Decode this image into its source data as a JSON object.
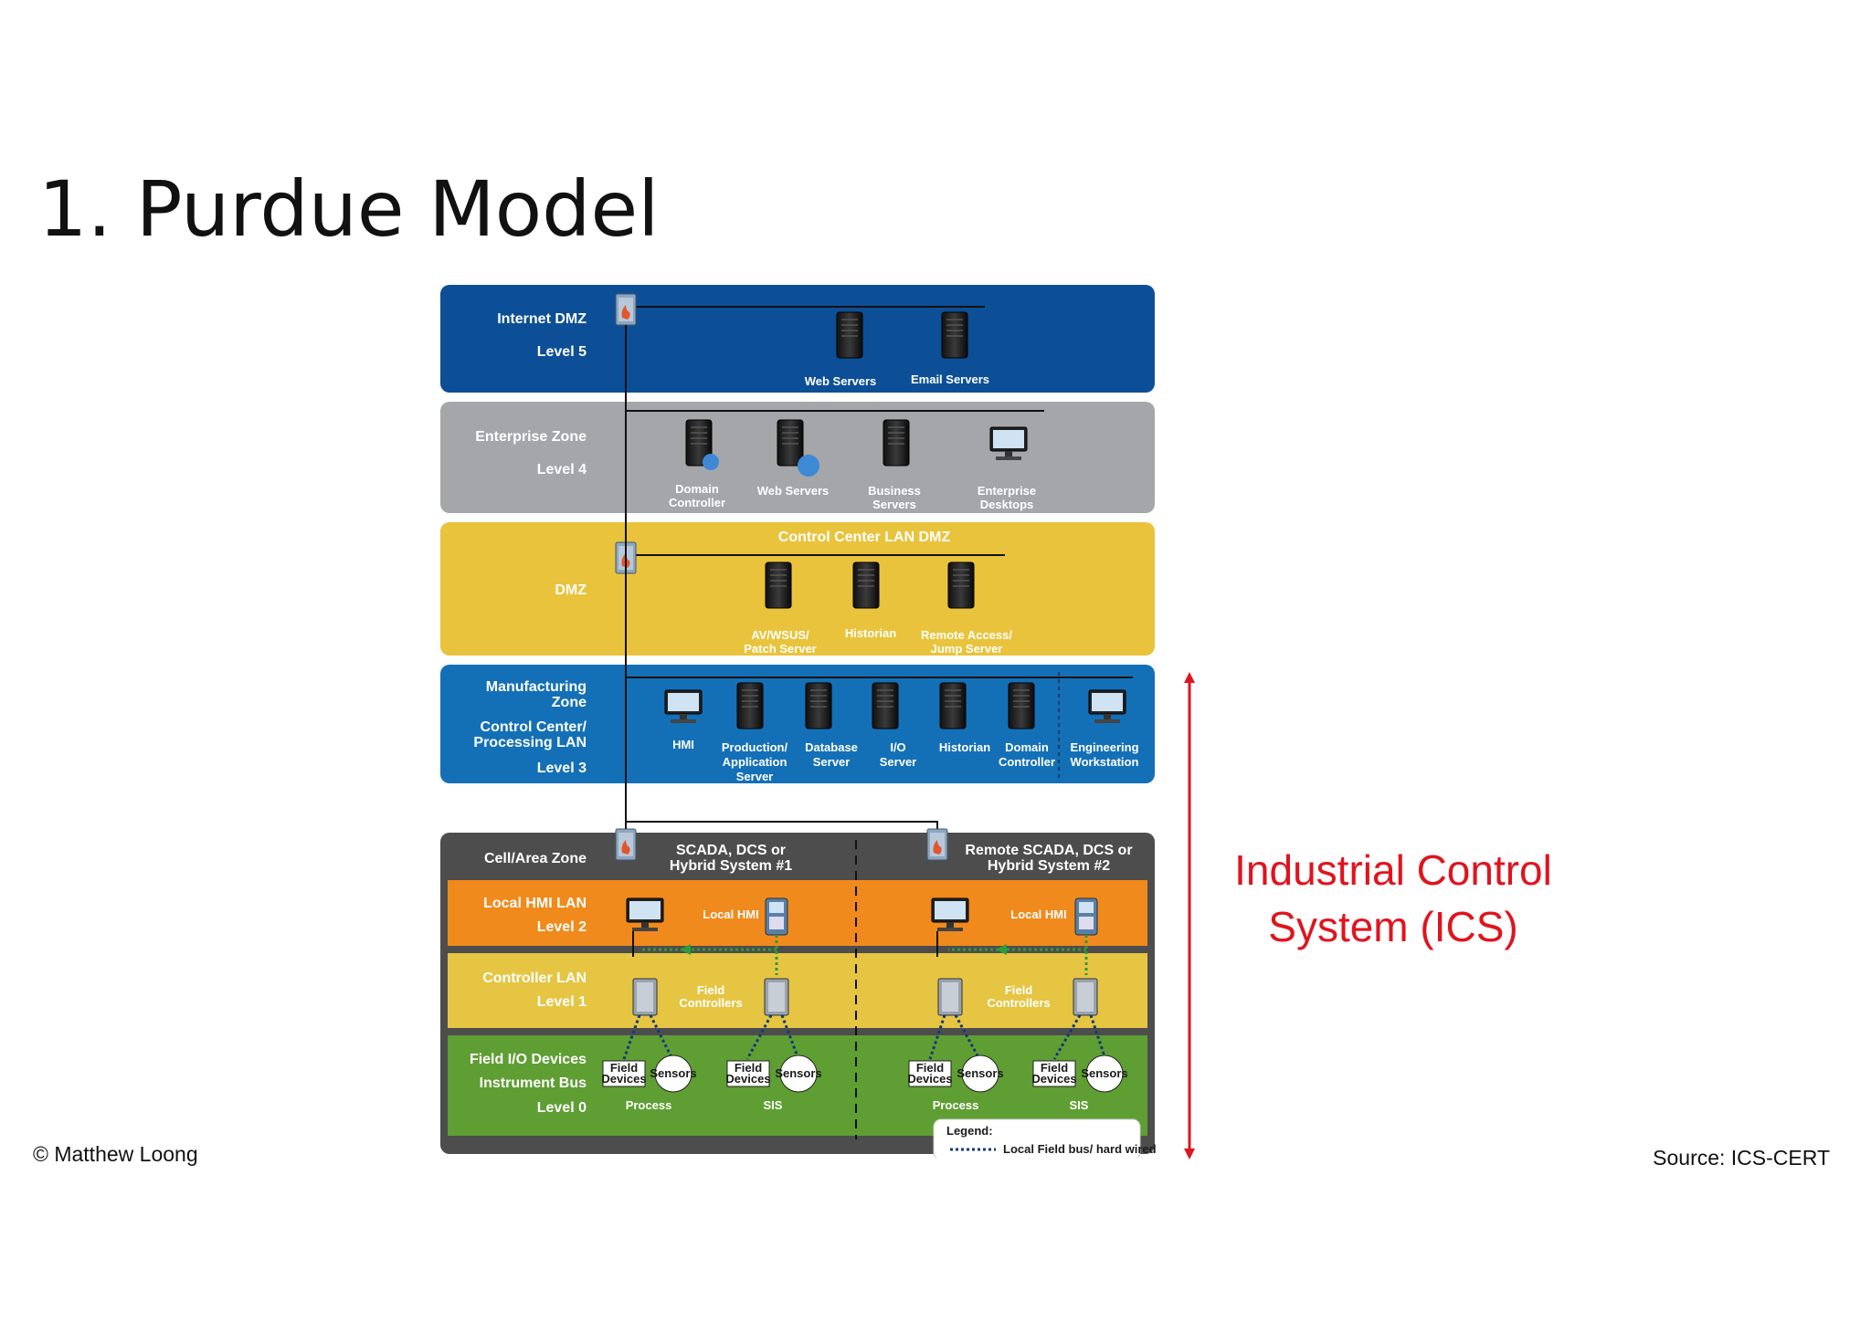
{
  "slide": {
    "title": "1. Purdue Model",
    "copyright": "© Matthew Loong",
    "source": "Source: ICS-CERT",
    "ics_label_line1": "Industrial Control",
    "ics_label_line2": "System (ICS)"
  },
  "colors": {
    "accent_red": "#e0141e",
    "internet_dmz": "#0d4f96",
    "enterprise": "#a4a6a9",
    "dmz": "#e9c33c",
    "manufacturing": "#1470b6",
    "cell_area": "#4d4d4d",
    "level2": "#f08a1c",
    "level1": "#e6c543",
    "level0": "#5f9e33"
  },
  "zones": {
    "internet_dmz": {
      "name": "Internet DMZ",
      "level": "Level 5",
      "devices": [
        "Web Servers",
        "Email Servers"
      ]
    },
    "enterprise": {
      "name": "Enterprise Zone",
      "level": "Level 4",
      "devices": [
        {
          "l1": "Domain",
          "l2": "Controller"
        },
        {
          "l1": "Web Servers",
          "l2": ""
        },
        {
          "l1": "Business",
          "l2": "Servers"
        },
        {
          "l1": "Enterprise",
          "l2": "Desktops"
        }
      ]
    },
    "dmz": {
      "name": "DMZ",
      "header": "Control Center LAN DMZ",
      "devices": [
        {
          "l1": "AV/WSUS/",
          "l2": "Patch Server"
        },
        {
          "l1": "Historian",
          "l2": ""
        },
        {
          "l1": "Remote Access/",
          "l2": "Jump Server"
        }
      ]
    },
    "manufacturing": {
      "name_l1": "Manufacturing",
      "name_l2": "Zone",
      "sub_l1": "Control Center/",
      "sub_l2": "Processing LAN",
      "level": "Level 3",
      "devices": [
        {
          "l1": "HMI",
          "l2": "",
          "l3": ""
        },
        {
          "l1": "Production/",
          "l2": "Application",
          "l3": "Server"
        },
        {
          "l1": "Database",
          "l2": "Server",
          "l3": ""
        },
        {
          "l1": "I/O",
          "l2": "Server",
          "l3": ""
        },
        {
          "l1": "Historian",
          "l2": "",
          "l3": ""
        },
        {
          "l1": "Domain",
          "l2": "Controller",
          "l3": ""
        },
        {
          "l1": "Engineering",
          "l2": "Workstation",
          "l3": ""
        }
      ]
    },
    "cell_area": {
      "name": "Cell/Area Zone",
      "system1_l1": "SCADA, DCS or",
      "system1_l2": "Hybrid System #1",
      "system2_l1": "Remote SCADA, DCS or",
      "system2_l2": "Hybrid System #2"
    },
    "level2": {
      "name": "Local HMI LAN",
      "level": "Level 2",
      "device": "Local HMI"
    },
    "level1": {
      "name": "Controller LAN",
      "level": "Level 1",
      "device_l1": "Field",
      "device_l2": "Controllers"
    },
    "level0": {
      "name_l1": "Field I/O Devices",
      "name_l2": "Instrument Bus",
      "level": "Level 0",
      "field_l1": "Field",
      "field_l2": "Devices",
      "sensors": "Sensors",
      "process": "Process",
      "sis": "SIS"
    },
    "legend": {
      "title": "Legend:",
      "item": "Local Field bus/ hard wired"
    }
  }
}
